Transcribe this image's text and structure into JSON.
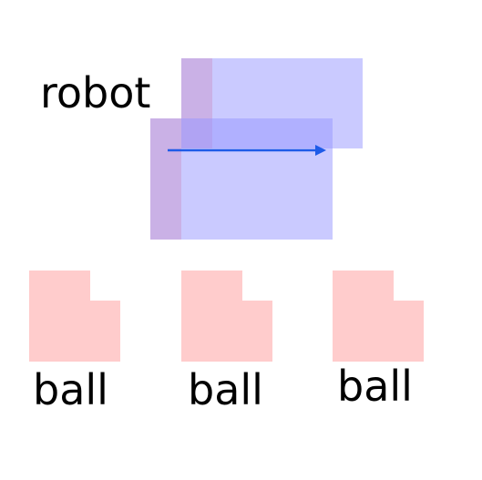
{
  "robot": {
    "label": "robot"
  },
  "balls": [
    {
      "label": "ball"
    },
    {
      "label": "ball"
    },
    {
      "label": "ball"
    }
  ],
  "colors": {
    "pink": "#FFCCCC",
    "blue_translucent": "rgba(150,150,255,0.5)",
    "arrow": "#1E5BE8",
    "text": "#000000",
    "background": "#FFFFFF"
  }
}
